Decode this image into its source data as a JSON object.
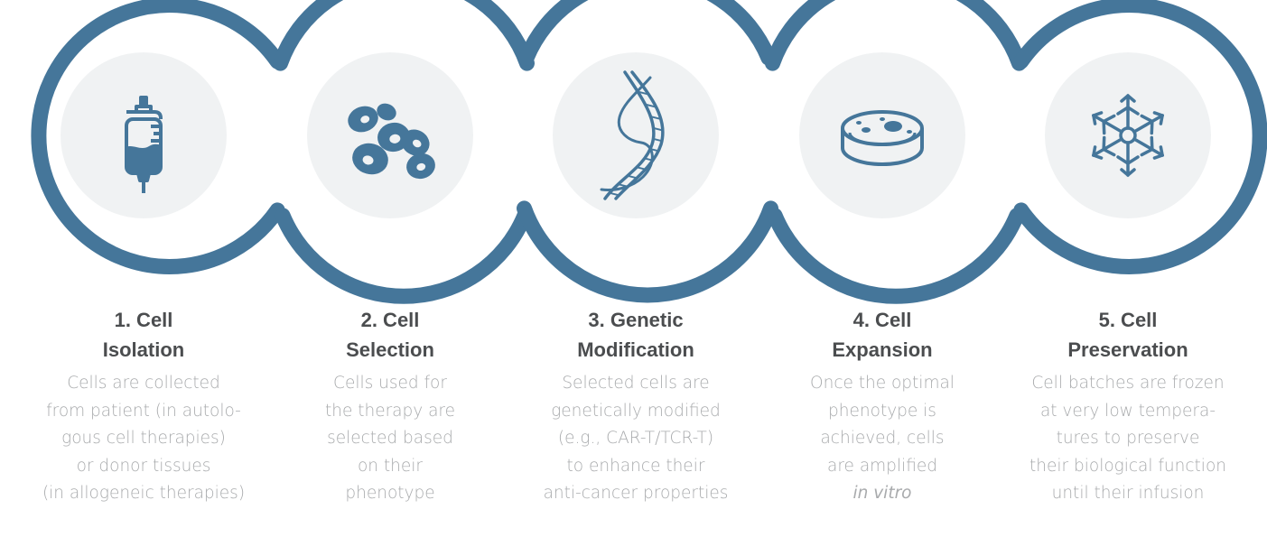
{
  "colors": {
    "ring": "#45769a",
    "icon": "#45769a",
    "disc": "#f0f2f3",
    "title": "#4b4d4f",
    "description": "#a9abad"
  },
  "steps": [
    {
      "icon": "iv-bag-icon",
      "title": [
        "1. Cell",
        "Isolation"
      ],
      "description": [
        {
          "text": "Cells are collected"
        },
        {
          "text": "from patient (in autolo-"
        },
        {
          "text": "gous cell therapies)"
        },
        {
          "text": "or donor tissues"
        },
        {
          "text": "(in allogeneic therapies)"
        }
      ]
    },
    {
      "icon": "cells-icon",
      "title": [
        "2. Cell",
        "Selection"
      ],
      "description": [
        {
          "text": "Cells used for"
        },
        {
          "text": "the therapy are"
        },
        {
          "text": "selected based"
        },
        {
          "text": "on their"
        },
        {
          "text": "phenotype"
        }
      ]
    },
    {
      "icon": "dna-icon",
      "title": [
        "3. Genetic",
        "Modification"
      ],
      "description": [
        {
          "text": "Selected cells are"
        },
        {
          "text": "genetically modified"
        },
        {
          "text": "(e.g., CAR-T/TCR-T)"
        },
        {
          "text": "to enhance their"
        },
        {
          "text": "anti-cancer properties"
        }
      ]
    },
    {
      "icon": "petri-dish-icon",
      "title": [
        "4. Cell",
        "Expansion"
      ],
      "description": [
        {
          "text": "Once the optimal"
        },
        {
          "text": "phenotype is"
        },
        {
          "text": "achieved, cells"
        },
        {
          "text": "are amplified"
        },
        {
          "text": "in vitro",
          "italic": true
        }
      ]
    },
    {
      "icon": "snowflake-icon",
      "title": [
        "5. Cell",
        "Preservation"
      ],
      "description": [
        {
          "text": "Cell batches are frozen"
        },
        {
          "text": "at very low tempera-"
        },
        {
          "text": "tures to preserve"
        },
        {
          "text": "their biological function"
        },
        {
          "text": "until their infusion"
        }
      ]
    }
  ]
}
